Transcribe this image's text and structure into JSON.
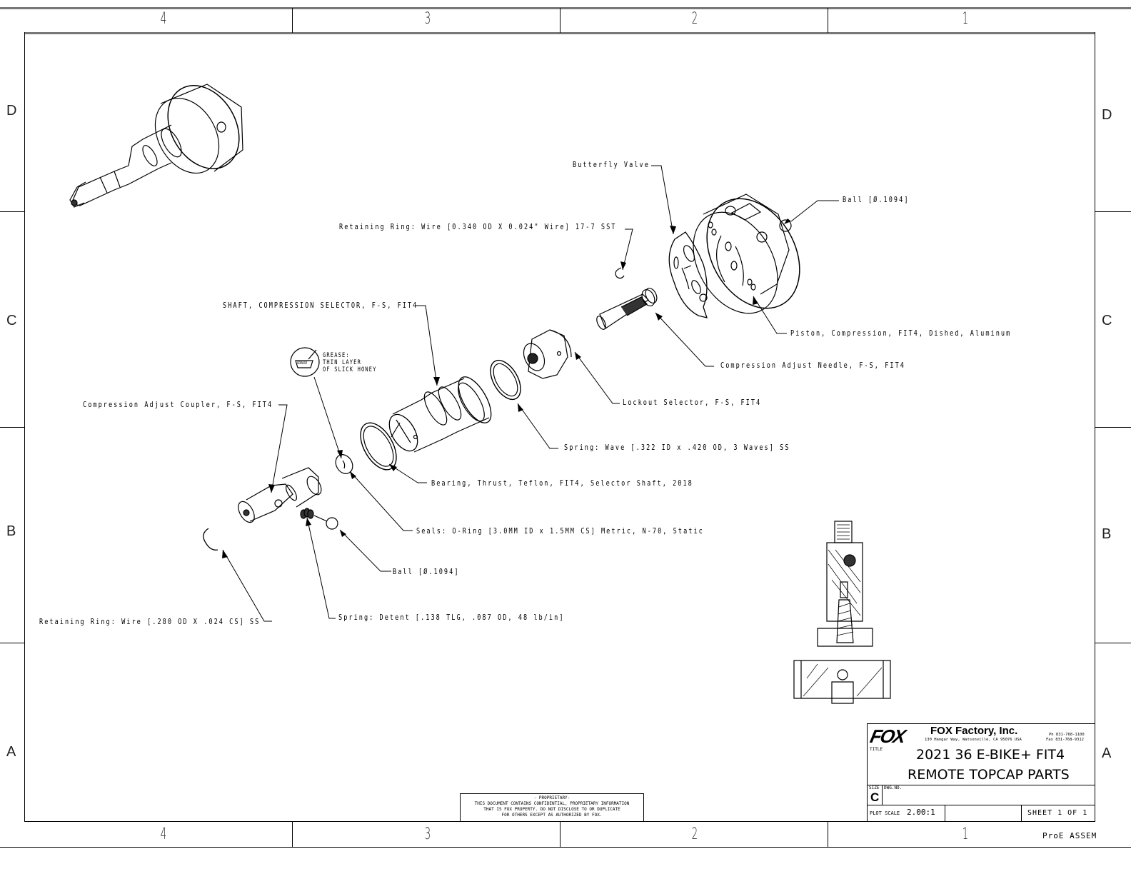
{
  "border": {
    "column_zones": [
      "4",
      "3",
      "2",
      "1"
    ],
    "row_zones": [
      "D",
      "C",
      "B",
      "A"
    ]
  },
  "callouts": {
    "butterfly_valve": "Butterfly Valve",
    "ball_top": "Ball [Ø.1094]",
    "retaining_ring_top": "Retaining Ring: Wire [0.340 OD X 0.024\" Wire] 17-7 SST",
    "shaft": "SHAFT, COMPRESSION SELECTOR, F-S, FIT4",
    "piston": "Piston, Compression, FIT4, Dished, Aluminum",
    "needle": "Compression Adjust Needle, F-S, FIT4",
    "grease_title": "GREASE:",
    "grease_line2": "THIN LAYER",
    "grease_line3": "OF SLICK HONEY",
    "grease_icon_label": "GREASE",
    "coupler": "Compression Adjust Coupler, F-S, FIT4",
    "lockout": "Lockout Selector, F-S, FIT4",
    "wave_spring": "Spring: Wave [.322 ID x .420 OD, 3 Waves] SS",
    "bearing": "Bearing, Thrust, Teflon, FIT4, Selector Shaft, 2018",
    "seals": "Seals: O-Ring [3.0MM ID x 1.5MM CS] Metric, N-70, Static",
    "ball_bottom": "Ball [Ø.1094]",
    "retaining_ring_bottom": "Retaining Ring: Wire [.280 OD X .024 CS] SS",
    "detent_spring": "Spring: Detent [.138 TLG, .087 OD, 48 lb/in]"
  },
  "proprietary": {
    "line1": "- PROPRIETARY-",
    "line2": "THIS DOCUMENT CONTAINS CONFIDENTIAL, PROPRIETARY INFORMATION",
    "line3": "THAT IS FOX PROPERTY.  DO NOT DISCLOSE TO OR DUPLICATE",
    "line4": "FOR OTHERS EXCEPT AS AUTHORIZED BY FOX."
  },
  "title_block": {
    "logo": "FOX",
    "company": "FOX Factory, Inc.",
    "address": "130 Hangar Way, Watsonville, CA 95076 USA",
    "phone": "Ph 831-768-1100",
    "fax": "Fax 831-768-9312",
    "title_label": "TITLE",
    "title_line1": "2021 36 E-BIKE+ FIT4",
    "title_line2": "REMOTE TOPCAP PARTS",
    "size_label": "SIZE",
    "size_value": "C",
    "dwg_no_label": "DWG.NO.",
    "dwg_no_value": "",
    "plot_scale_label": "PLOT SCALE",
    "plot_scale_value": "2.00:1",
    "sheet": "SHEET 1 OF 1",
    "footer": "ProE ASSEM"
  }
}
